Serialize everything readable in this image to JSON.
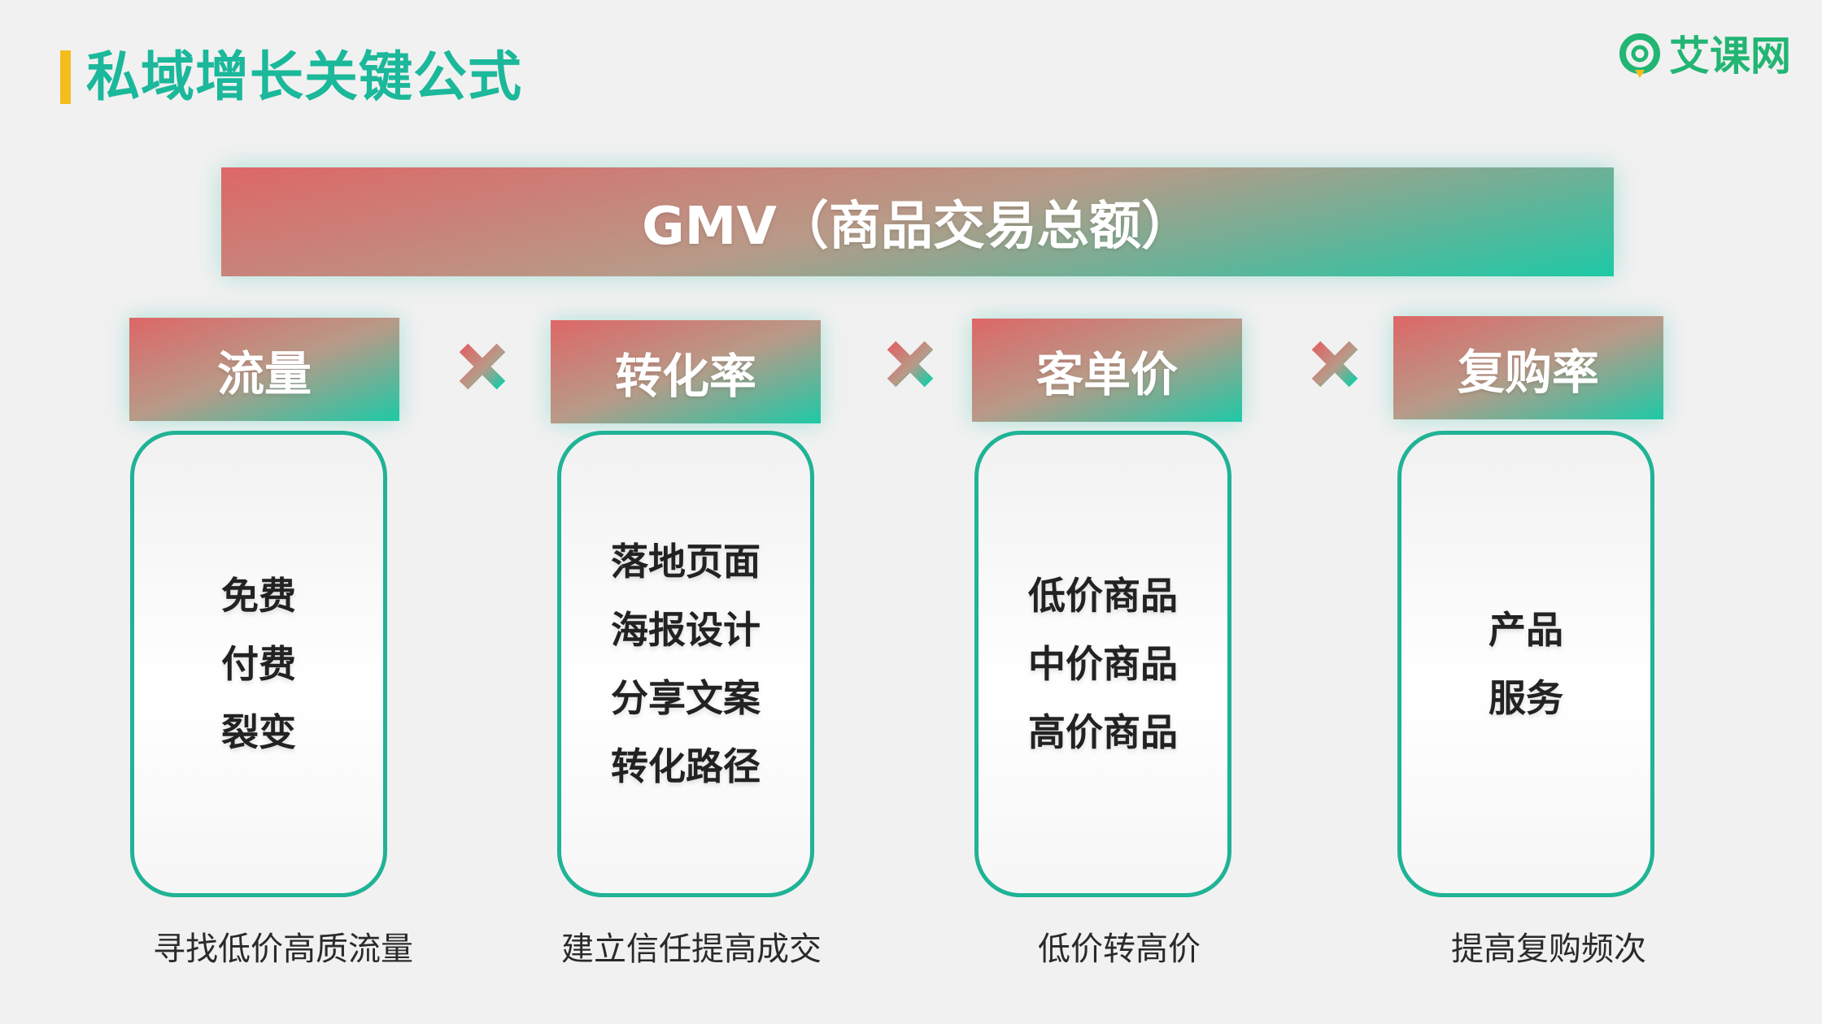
{
  "header": {
    "title": "私域增长关键公式",
    "logo_text": "艾课网"
  },
  "banner": {
    "text": "GMV（商品交易总额）"
  },
  "columns": [
    {
      "title": "流量",
      "items": [
        "免费",
        "付费",
        "裂变"
      ],
      "caption": "寻找低价高质流量"
    },
    {
      "title": "转化率",
      "items": [
        "落地页面",
        "海报设计",
        "分享文案",
        "转化路径"
      ],
      "caption": "建立信任提高成交"
    },
    {
      "title": "客单价",
      "items": [
        "低价商品",
        "中价商品",
        "高价商品"
      ],
      "caption": "低价转高价"
    },
    {
      "title": "复购率",
      "items": [
        "产品",
        "服务"
      ],
      "caption": "提高复购频次"
    }
  ],
  "colors": {
    "accent_bar": "#f5bd1c",
    "title_green": "#1bb89b",
    "gradient_red": "#dd6767",
    "gradient_teal": "#1ec9a6",
    "card_border": "#20b395",
    "logo_green": "#22b573"
  },
  "icons": {
    "operator": "multiply-icon",
    "logo": "search-lens-logo-icon"
  }
}
